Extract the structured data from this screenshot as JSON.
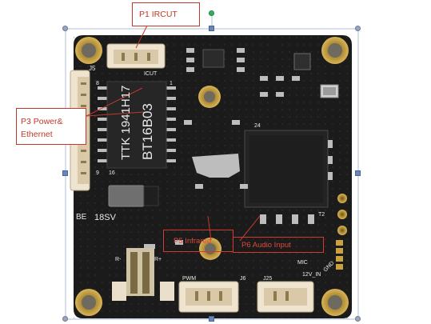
{
  "callouts": {
    "p1": "P1 IRCUT",
    "p3_line1": "P3 Power&",
    "p3_line2": "Ethernet",
    "p5": "P5 Infrared",
    "p6": "P6 Audio Input"
  },
  "silkscreen": {
    "j5": "J5",
    "icut": "ICUT",
    "chip_l1": "TTK 1941H17",
    "chip_l2": "BT16B03",
    "pin8": "8",
    "pin1": "1",
    "pin9": "9",
    "pin16": "16",
    "pin24": "24",
    "be": "BE",
    "volt": "18SV",
    "t2": "T2",
    "rminus": "R-",
    "rplus": "R+",
    "pwm": "PWM",
    "j6": "J6",
    "j25": "J25",
    "mic": "MIC",
    "gnd": "GND",
    "v12": "12V_IN"
  },
  "colors": {
    "board": "#1b1b1b",
    "pad_gold": "#c9a13f",
    "connector": "#e8dcc4",
    "callout_red": "#c0392b"
  }
}
